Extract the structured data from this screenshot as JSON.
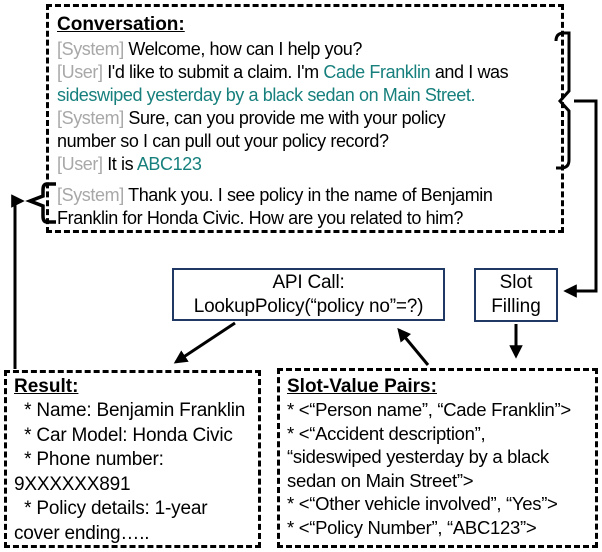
{
  "colors": {
    "black": "#000000",
    "gray": "#a8a8a8",
    "teal": "#17807d",
    "navy": "#1f3864"
  },
  "conversation": {
    "title": "Conversation:",
    "lines": [
      {
        "segments": [
          {
            "t": "[System]",
            "c": "gray"
          },
          {
            "t": " Welcome, how can I help you?",
            "c": "black"
          }
        ]
      },
      {
        "segments": [
          {
            "t": "[User]",
            "c": "gray"
          },
          {
            "t": " I'd like to submit a claim. I'm ",
            "c": "black"
          },
          {
            "t": "Cade Franklin",
            "c": "teal"
          },
          {
            "t": " and I was",
            "c": "black"
          }
        ]
      },
      {
        "segments": [
          {
            "t": "sideswiped yesterday by a black sedan on Main Street.",
            "c": "teal"
          }
        ]
      },
      {
        "segments": [
          {
            "t": "[System]",
            "c": "gray"
          },
          {
            "t": " Sure, can you provide me with your policy",
            "c": "black"
          }
        ]
      },
      {
        "segments": [
          {
            "t": "number so I can pull out your policy record?",
            "c": "black"
          }
        ]
      },
      {
        "segments": [
          {
            "t": "[User]",
            "c": "gray"
          },
          {
            "t": " It is ",
            "c": "black"
          },
          {
            "t": "ABC123",
            "c": "teal"
          }
        ]
      },
      {
        "new_paragraph": true,
        "segments": [
          {
            "t": "[System]",
            "c": "gray"
          },
          {
            "t": " Thank you. I see policy in the name of Benjamin",
            "c": "black"
          }
        ]
      },
      {
        "segments": [
          {
            "t": "Franklin for Honda Civic. How are you related to him?",
            "c": "black"
          }
        ]
      }
    ]
  },
  "api_call_box": {
    "title": "API Call:",
    "code": "LookupPolicy(“policy no”=?)"
  },
  "slot_filling_box": {
    "line1": "Slot",
    "line2": "Filling"
  },
  "result_box": {
    "title": "Result:",
    "lines": [
      "  * Name: Benjamin Franklin",
      "  * Car Model: Honda Civic",
      "  * Phone number:",
      "9XXXXXX891",
      "  * Policy details: 1-year",
      "cover ending….."
    ]
  },
  "slot_value_box": {
    "title": "Slot-Value Pairs:",
    "lines": [
      "* <“Person name”, “Cade Franklin”>",
      "* <“Accident description”,",
      "“sideswiped yesterday by a black",
      "sedan on Main Street”>",
      "* <“Other vehicle involved”, “Yes”>",
      "* <“Policy Number”, “ABC123”>"
    ]
  }
}
